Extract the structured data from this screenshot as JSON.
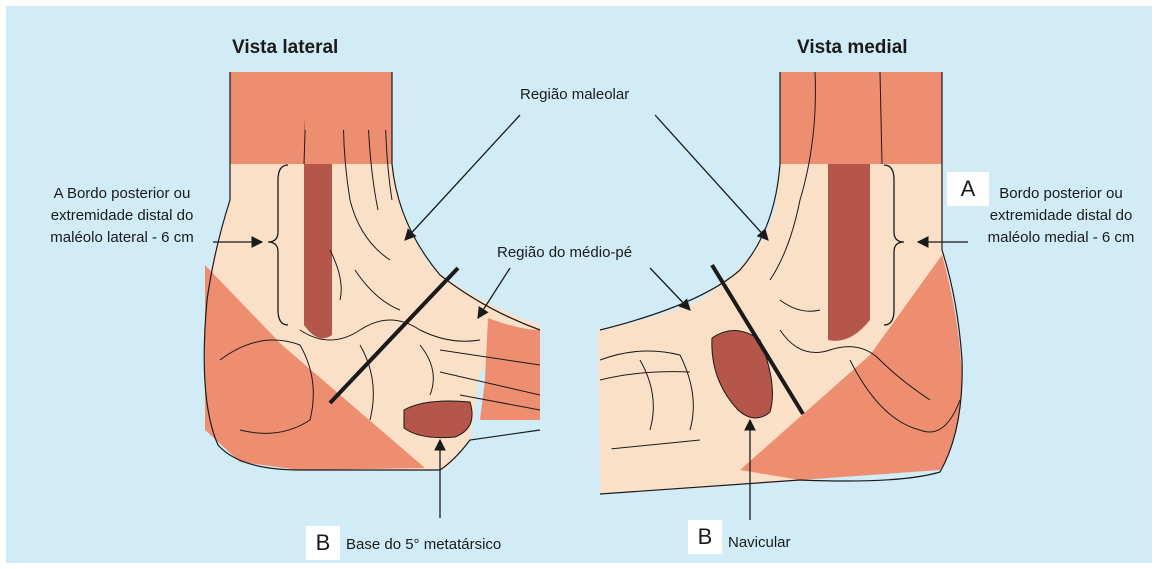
{
  "titles": {
    "lateral": "Vista lateral",
    "medial": "Vista medial"
  },
  "labels": {
    "maleolar_region": "Região maleolar",
    "midfoot_region": "Região do médio-pé",
    "lateral_malleolus": [
      "A Bordo posterior ou",
      "extremidade distal do",
      "maléolo lateral - 6 cm"
    ],
    "medial_malleolus": [
      "Bordo posterior ou",
      "extremidade distal do",
      "maléolo medial - 6 cm"
    ],
    "fifth_metatarsal": "Base do 5° metatársico",
    "navicular": "Navicular"
  },
  "markers": {
    "a": "A",
    "b_left": "B",
    "b_right": "B"
  },
  "colors": {
    "background": "#d1ecf7",
    "skin_pale": "#fbe0c8",
    "skin_salmon": "#ee8e70",
    "bone_highlight": "#b4574a",
    "line": "#1a1a1a"
  }
}
